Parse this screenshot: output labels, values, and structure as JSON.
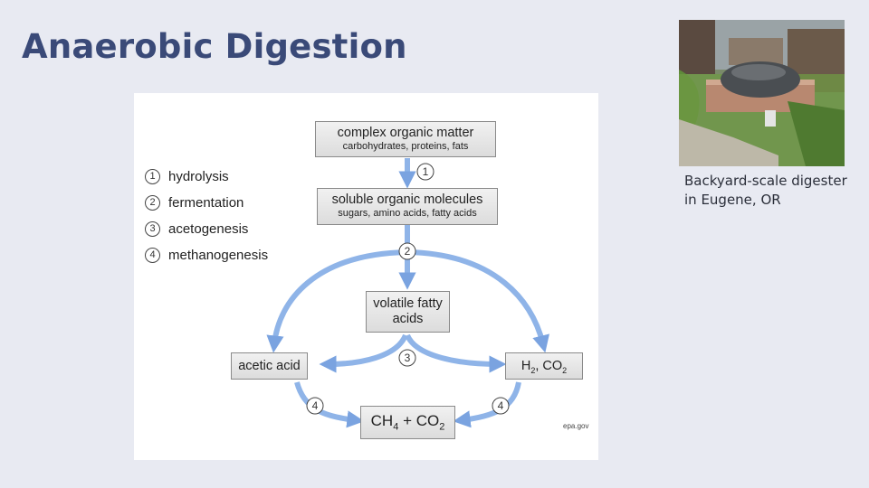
{
  "title": "Anaerobic Digestion",
  "diagram": {
    "legend": [
      {
        "num": "1",
        "label": "hydrolysis"
      },
      {
        "num": "2",
        "label": "fermentation"
      },
      {
        "num": "3",
        "label": "acetogenesis"
      },
      {
        "num": "4",
        "label": "methanogenesis"
      }
    ],
    "boxes": {
      "complex": {
        "main": "complex organic matter",
        "sub": "carbohydrates, proteins, fats"
      },
      "soluble": {
        "main": "soluble organic molecules",
        "sub": "sugars, amino acids, fatty acids"
      },
      "vfa": {
        "main": "volatile fatty acids"
      },
      "acetic": {
        "main": "acetic acid"
      }
    },
    "step_numbers": {
      "s1": "1",
      "s2": "2",
      "s3": "3",
      "s4a": "4",
      "s4b": "4"
    },
    "credit": "epa.gov"
  },
  "photo": {
    "caption_line1": "Backyard-scale digester",
    "caption_line2": "in Eugene, OR"
  },
  "colors": {
    "title": "#3a4a78",
    "arrow": "#8fb4e8",
    "background": "#e8eaf2"
  }
}
